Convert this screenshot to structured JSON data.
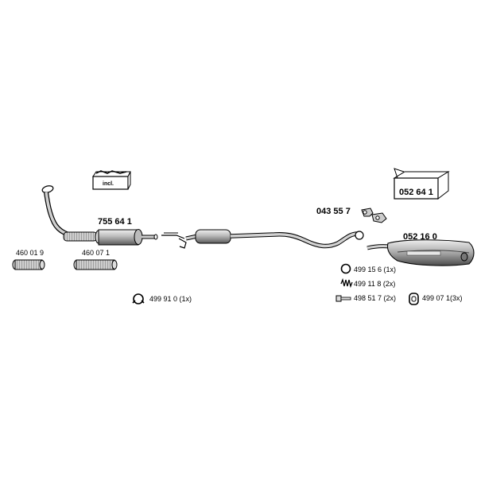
{
  "parts": {
    "catalytic_front_pipe": "755 64 1",
    "flex_pipe_a": "460 01 9",
    "flex_pipe_b": "460 07 1",
    "hanger_ring_front": "499 91 0 (1x)",
    "bracket_clamp": "043 55 7",
    "rear_silencer": "052 16 0",
    "mounting_kit": "052 64 1",
    "rubber_ring": "499 15 6  (1x)",
    "spring": "499 11 8  (2x)",
    "bolt": "498 51 7 (2x)",
    "nut_hanger": "499 07 1(3x)",
    "incl_box_label": "incl."
  },
  "colors": {
    "line": "#000000",
    "pipe_fill": "#c8c8c8",
    "pipe_dark": "#6f6f6f",
    "flex_fill": "#bdbdbd",
    "box_fill": "#ffffff"
  }
}
